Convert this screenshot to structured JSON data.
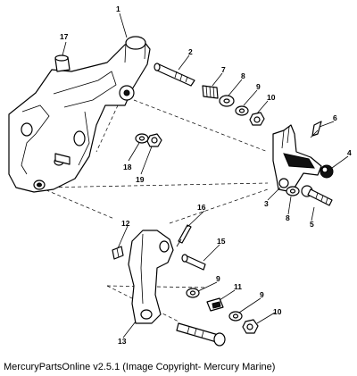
{
  "caption": "MercuryPartsOnline v2.5.1 (Image Copyright- Mercury Marine)",
  "callouts": [
    "1",
    "2",
    "3",
    "4",
    "5",
    "6",
    "7",
    "8",
    "8",
    "9",
    "9",
    "9",
    "10",
    "10",
    "11",
    "12",
    "13",
    "15",
    "16",
    "17",
    "18",
    "19"
  ]
}
